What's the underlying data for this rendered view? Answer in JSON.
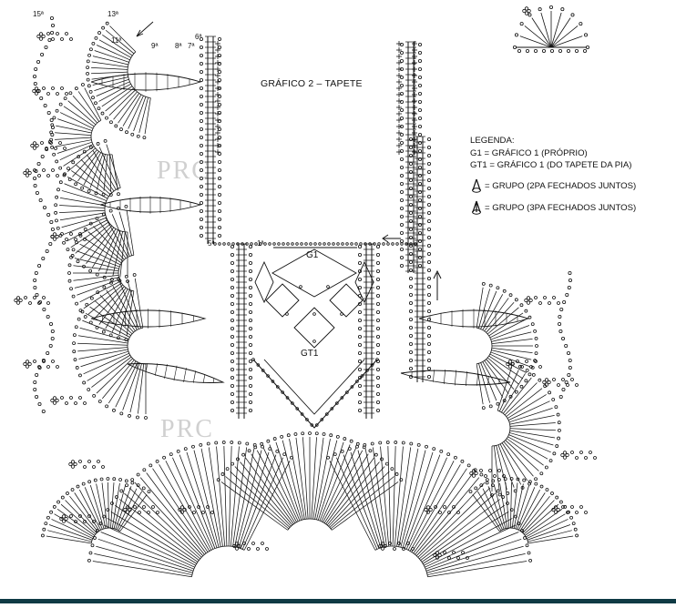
{
  "title": "GRÁFICO 2 – TAPETE",
  "legend": {
    "heading": "LEGENDA:",
    "g1": "G1 = GRÁFICO 1 (PRÓPRIO)",
    "gt1": "GT1 = GRÁFICO 1 (DO TAPETE DA PIA)",
    "group2": "= GRUPO (2PA FECHADOS JUNTOS)",
    "group3": "= GRUPO (3PA FECHADOS JUNTOS)"
  },
  "labels": {
    "g1": "G1",
    "gt1": "GT1"
  },
  "watermarks": [
    "PRC",
    "PRC"
  ],
  "row_numbers": {
    "r15": "15ª",
    "r9": "9ª",
    "r8": "8ª",
    "r7": "7ª",
    "r6": "6ª",
    "r5": "5ª",
    "r1": "1ª",
    "r11": "11ª",
    "r13": "13ª"
  },
  "colors": {
    "ink": "#111111",
    "watermark": "#8a8a8a",
    "bottom_bar": "#0f3a44"
  }
}
